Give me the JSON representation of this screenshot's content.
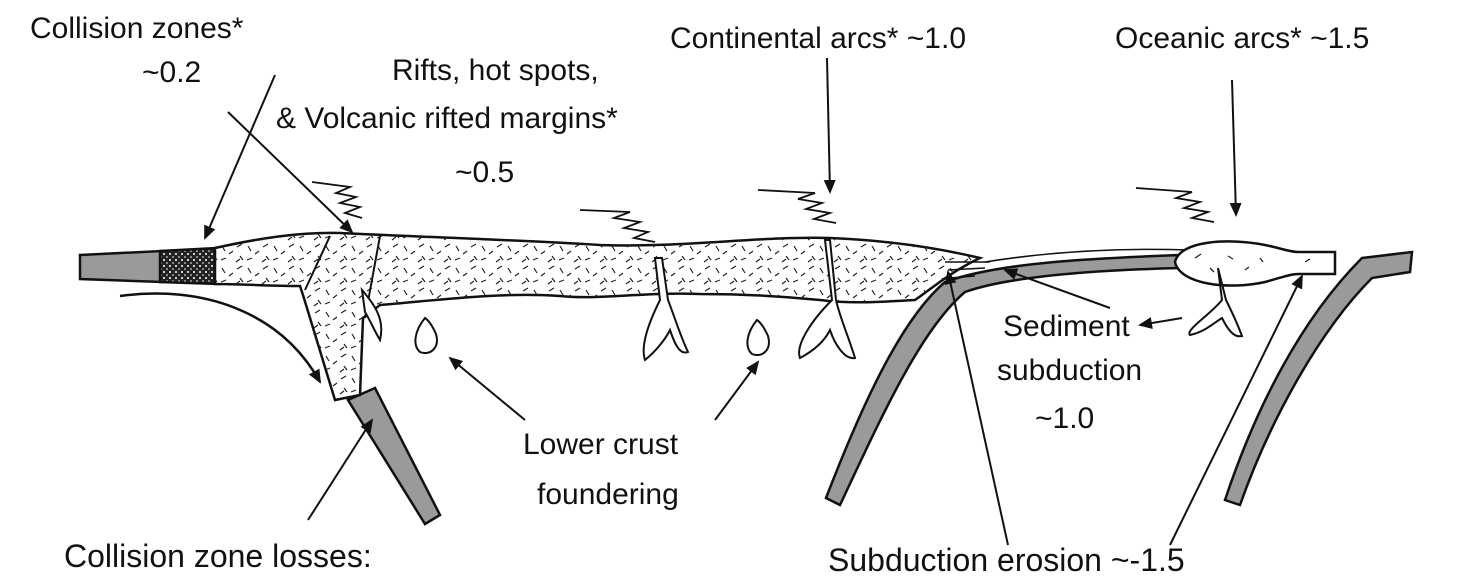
{
  "labels": {
    "collision_zones": "Collision zones*",
    "collision_zones_value": "~0.2",
    "rifts_line1": "Rifts, hot spots,",
    "rifts_line2": "& Volcanic rifted margins*",
    "rifts_value": "~0.5",
    "continental_arcs": "Continental arcs* ~1.0",
    "oceanic_arcs": "Oceanic arcs* ~1.5",
    "sediment_line1": "Sediment",
    "sediment_line2": "subduction",
    "sediment_value": "~1.0",
    "lower_crust_line1": "Lower crust",
    "lower_crust_line2": "foundering",
    "collision_losses": "Collision zone losses:",
    "subduction_erosion": "Subduction erosion ~-1.5"
  },
  "colors": {
    "slab_gray": "#9a9a9a",
    "line": "#111111",
    "crust_fill": "#ffffff"
  }
}
